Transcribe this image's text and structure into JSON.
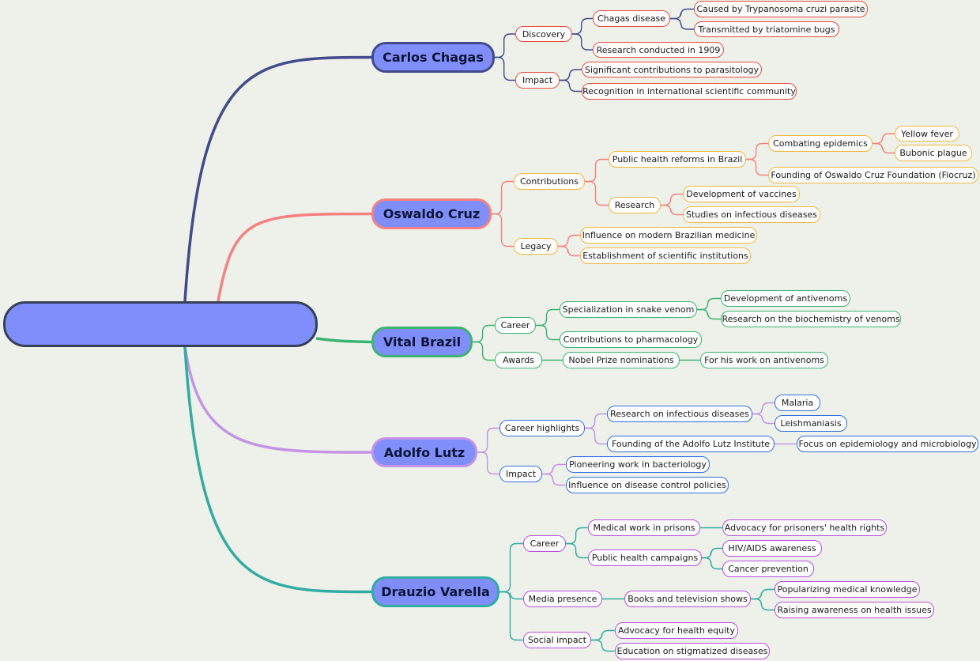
{
  "mindmap": {
    "root": {
      "id": "root",
      "label": ""
    },
    "branches": [
      {
        "id": "chagas",
        "label": "Carlos Chagas",
        "color": "#434a8b",
        "node_color": "#e74c3c",
        "children": [
          {
            "id": "ch_disc",
            "label": "Discovery",
            "children": [
              {
                "id": "ch_dis",
                "label": "Chagas disease",
                "children": [
                  {
                    "id": "ch_d1",
                    "label": "Caused by Trypanosoma cruzi parasite"
                  },
                  {
                    "id": "ch_d2",
                    "label": "Transmitted by triatomine bugs"
                  }
                ]
              },
              {
                "id": "ch_1909",
                "label": "Research conducted in 1909"
              }
            ]
          },
          {
            "id": "ch_imp",
            "label": "Impact",
            "children": [
              {
                "id": "ch_i1",
                "label": "Significant contributions to parasitology"
              },
              {
                "id": "ch_i2",
                "label": "Recognition in international scientific community"
              }
            ]
          }
        ]
      },
      {
        "id": "cruz",
        "label": "Oswaldo Cruz",
        "color": "#f78080",
        "node_color": "#f3b73c",
        "children": [
          {
            "id": "cr_con",
            "label": "Contributions",
            "children": [
              {
                "id": "cr_pub",
                "label": "Public health reforms in Brazil",
                "children": [
                  {
                    "id": "cr_comb",
                    "label": "Combating epidemics",
                    "children": [
                      {
                        "id": "cr_yf",
                        "label": "Yellow fever"
                      },
                      {
                        "id": "cr_bp",
                        "label": "Bubonic plague"
                      }
                    ]
                  },
                  {
                    "id": "cr_fio",
                    "label": "Founding of Oswaldo Cruz Foundation (Fiocruz)"
                  }
                ]
              },
              {
                "id": "cr_res",
                "label": "Research",
                "children": [
                  {
                    "id": "cr_vac",
                    "label": "Development of vaccines"
                  },
                  {
                    "id": "cr_stu",
                    "label": "Studies on infectious diseases"
                  }
                ]
              }
            ]
          },
          {
            "id": "cr_leg",
            "label": "Legacy",
            "children": [
              {
                "id": "cr_l1",
                "label": "Influence on modern Brazilian medicine"
              },
              {
                "id": "cr_l2",
                "label": "Establishment of scientific institutions"
              }
            ]
          }
        ]
      },
      {
        "id": "vital",
        "label": "Vital Brazil",
        "color": "#3cb371",
        "node_color": "#3cb371",
        "children": [
          {
            "id": "vb_car",
            "label": "Career",
            "children": [
              {
                "id": "vb_snk",
                "label": "Specialization in snake venom",
                "children": [
                  {
                    "id": "vb_av",
                    "label": "Development of antivenoms"
                  },
                  {
                    "id": "vb_bio",
                    "label": "Research on the biochemistry of venoms"
                  }
                ]
              },
              {
                "id": "vb_ph",
                "label": "Contributions to pharmacology"
              }
            ]
          },
          {
            "id": "vb_aw",
            "label": "Awards",
            "children": [
              {
                "id": "vb_nob",
                "label": "Nobel Prize nominations",
                "children": [
                  {
                    "id": "vb_for",
                    "label": "For his work on antivenoms"
                  }
                ]
              }
            ]
          }
        ]
      },
      {
        "id": "lutz",
        "label": "Adolfo Lutz",
        "color": "#c393e6",
        "node_color": "#2f6fe4",
        "children": [
          {
            "id": "lu_ch",
            "label": "Career highlights",
            "children": [
              {
                "id": "lu_res",
                "label": "Research on infectious diseases",
                "children": [
                  {
                    "id": "lu_mal",
                    "label": "Malaria"
                  },
                  {
                    "id": "lu_lei",
                    "label": "Leishmaniasis"
                  }
                ]
              },
              {
                "id": "lu_inst",
                "label": "Founding of the Adolfo Lutz Institute",
                "children": [
                  {
                    "id": "lu_foc",
                    "label": "Focus on epidemiology and microbiology"
                  }
                ]
              }
            ]
          },
          {
            "id": "lu_imp",
            "label": "Impact",
            "children": [
              {
                "id": "lu_i1",
                "label": "Pioneering work in bacteriology"
              },
              {
                "id": "lu_i2",
                "label": "Influence on disease control policies"
              }
            ]
          }
        ]
      },
      {
        "id": "varella",
        "label": "Drauzio Varella",
        "color": "#2fada1",
        "node_color": "#b94ee0",
        "children": [
          {
            "id": "dv_car",
            "label": "Career",
            "children": [
              {
                "id": "dv_pri",
                "label": "Medical work in prisons",
                "children": [
                  {
                    "id": "dv_adv",
                    "label": "Advocacy for prisoners' health rights"
                  }
                ]
              },
              {
                "id": "dv_camp",
                "label": "Public health campaigns",
                "children": [
                  {
                    "id": "dv_hiv",
                    "label": "HIV/AIDS awareness"
                  },
                  {
                    "id": "dv_can",
                    "label": "Cancer prevention"
                  }
                ]
              }
            ]
          },
          {
            "id": "dv_med",
            "label": "Media presence",
            "children": [
              {
                "id": "dv_books",
                "label": "Books and television shows",
                "children": [
                  {
                    "id": "dv_pop",
                    "label": "Popularizing medical knowledge"
                  },
                  {
                    "id": "dv_rai",
                    "label": "Raising awareness on health issues"
                  }
                ]
              }
            ]
          },
          {
            "id": "dv_soc",
            "label": "Social impact",
            "children": [
              {
                "id": "dv_eq",
                "label": "Advocacy for health equity"
              },
              {
                "id": "dv_edu",
                "label": "Education on stigmatized diseases"
              }
            ]
          }
        ]
      }
    ]
  }
}
